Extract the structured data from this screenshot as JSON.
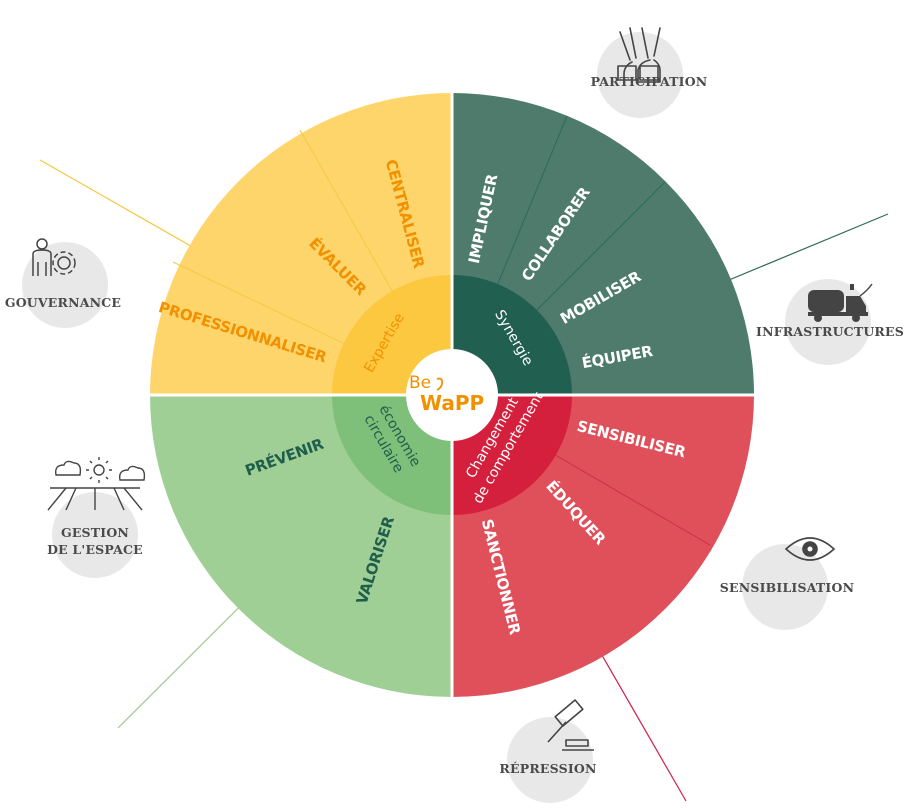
{
  "center_logo": {
    "line1": "Be",
    "line2": "WaPP",
    "color": "#f29100"
  },
  "quadrants": [
    {
      "core_label": "Expertise",
      "color": "#fdd56b",
      "core_color": "#fcc840",
      "text_color": "#f29100",
      "segments": [
        "CENTRALISER",
        "ÉVALUER",
        "PROFESSIONNALISER"
      ]
    },
    {
      "core_label": "Synergie",
      "color": "#4e7b6c",
      "core_color": "#215f51",
      "text_color": "#ffffff",
      "segments": [
        "IMPLIQUER",
        "COLLABORER",
        "MOBILISER",
        "ÉQUIPER"
      ]
    },
    {
      "core_label_lines": [
        "Changement",
        "de comportement"
      ],
      "color": "#e0505a",
      "core_color": "#d4203c",
      "text_color": "#ffffff",
      "segments": [
        "SENSIBILISER",
        "ÉDUQUER",
        "SANCTIONNER"
      ]
    },
    {
      "core_label_lines": [
        "économie",
        "circulaire"
      ],
      "color": "#a0cf96",
      "core_color": "#7ebf79",
      "text_color": "#1f5e4c",
      "segments": [
        "PRÉVENIR",
        "VALORISER"
      ]
    }
  ],
  "external_themes": [
    {
      "label": "PARTICIPATION",
      "icon": "hands-raised-icon"
    },
    {
      "label": "INFRASTRUCTURES",
      "icon": "street-sweeper-truck-icon"
    },
    {
      "label": "SENSIBILISATION",
      "icon": "eye-icon"
    },
    {
      "label": "RÉPRESSION",
      "icon": "gavel-icon"
    },
    {
      "label_lines": [
        "GESTION",
        "DE L'ESPACE"
      ],
      "icon": "weather-landscape-icon"
    },
    {
      "label": "GOUVERNANCE",
      "icon": "person-gear-icon"
    }
  ],
  "line_colors": {
    "gold": "#f5c842",
    "green": "#2d6a55",
    "red": "#d0204a",
    "light_green": "#9ccb8f"
  },
  "bubble_color": "#e8e8e8"
}
